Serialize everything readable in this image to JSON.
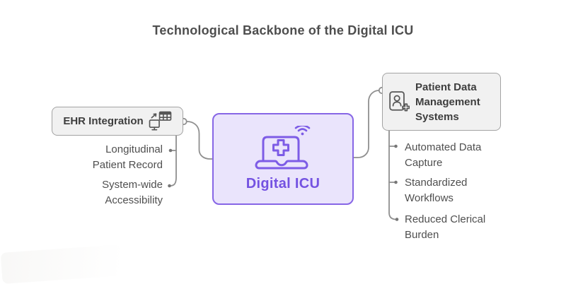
{
  "title": "Technological Backbone of the Digital ICU",
  "colors": {
    "accent_purple_border": "#8766e6",
    "purple_fill": "#eae4fc",
    "purple_text": "#7452e1",
    "node_fill": "#f1f1f1",
    "node_border": "#a3a3a3",
    "node_text": "#3e3e3e",
    "sub_text": "#4f4f4f",
    "connector_line": "#8f8f8f",
    "title_text": "#4e4e4e"
  },
  "center_node": {
    "label": "Digital ICU",
    "icon": "laptop-medical-wifi-icon"
  },
  "left_branch": {
    "label": "EHR Integration",
    "icon": "ehr-data-sync-icon",
    "items": [
      "Longitudinal Patient Record",
      "System-wide Accessibility"
    ]
  },
  "right_branch": {
    "label": "Patient Data Management Systems",
    "icon": "patient-record-add-icon",
    "items": [
      "Automated Data Capture",
      "Standardized Workflows",
      "Reduced Clerical Burden"
    ]
  }
}
